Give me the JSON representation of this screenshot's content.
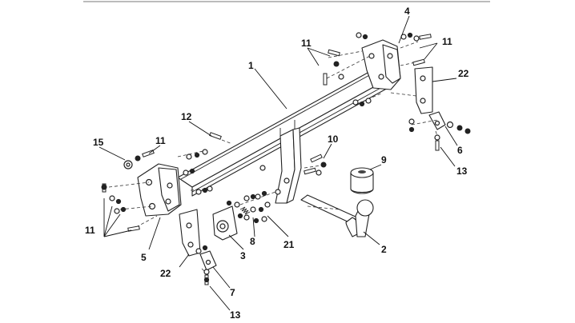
{
  "diagram": {
    "labels": [
      "1",
      "2",
      "3",
      "4",
      "5",
      "6",
      "7",
      "8",
      "9",
      "10",
      "11",
      "11",
      "11",
      "11",
      "12",
      "13",
      "13",
      "15",
      "21",
      "22",
      "22"
    ]
  }
}
